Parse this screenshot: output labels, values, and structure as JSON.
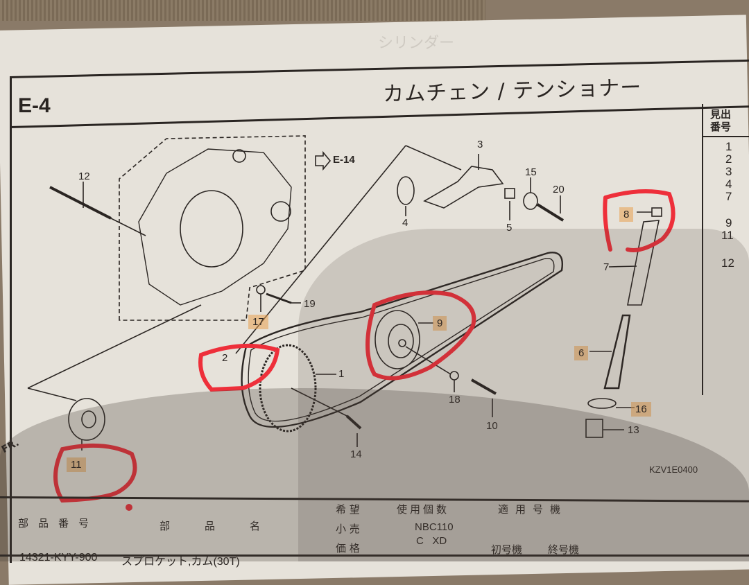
{
  "page": {
    "section_code": "E-4",
    "title": "カムチェン / テンショナー",
    "ghost_prev_title": "シリンダー",
    "cross_reference": "E-14",
    "figure_code": "KZV1E0400",
    "front_indicator": "FR."
  },
  "index_column": {
    "header": "見出\n番号",
    "rows": [
      "1",
      "2",
      "3",
      "4",
      "7",
      "9",
      "11",
      "12"
    ]
  },
  "callouts": [
    {
      "num": "1",
      "highlighted": false,
      "circled": false
    },
    {
      "num": "2",
      "highlighted": false,
      "circled": true
    },
    {
      "num": "3",
      "highlighted": false,
      "circled": false
    },
    {
      "num": "4",
      "highlighted": false,
      "circled": false
    },
    {
      "num": "5",
      "highlighted": false,
      "circled": false
    },
    {
      "num": "6",
      "highlighted": true,
      "circled": false
    },
    {
      "num": "7",
      "highlighted": false,
      "circled": false
    },
    {
      "num": "8",
      "highlighted": true,
      "circled": true
    },
    {
      "num": "9",
      "highlighted": true,
      "circled": true
    },
    {
      "num": "10",
      "highlighted": false,
      "circled": false
    },
    {
      "num": "11",
      "highlighted": true,
      "circled": true
    },
    {
      "num": "12",
      "highlighted": false,
      "circled": false
    },
    {
      "num": "13",
      "highlighted": false,
      "circled": false
    },
    {
      "num": "14",
      "highlighted": false,
      "circled": false
    },
    {
      "num": "15",
      "highlighted": false,
      "circled": false
    },
    {
      "num": "16",
      "highlighted": true,
      "circled": false
    },
    {
      "num": "17",
      "highlighted": true,
      "circled": false
    },
    {
      "num": "18",
      "highlighted": false,
      "circled": false
    },
    {
      "num": "19",
      "highlighted": false,
      "circled": false
    },
    {
      "num": "20",
      "highlighted": false,
      "circled": false
    }
  ],
  "table_header": {
    "part_number": "部品番号",
    "part_name": "部品名",
    "price_label": [
      "希 望",
      "小 売",
      "価 格"
    ],
    "quantity": "使用個数",
    "model": "NBC110",
    "model_variant": "C   XD",
    "applicable_frame": "適用号機",
    "first_frame": "初号機",
    "last_frame": "終号機"
  },
  "first_row": {
    "part_number": "14321-KYY-900",
    "part_name": "スプロケット,カム(30T)"
  },
  "colors": {
    "paper": "#e6e2da",
    "ink": "#2a2522",
    "marker_red": "#ee2f3a",
    "highlight_orange": "#e8a050"
  }
}
